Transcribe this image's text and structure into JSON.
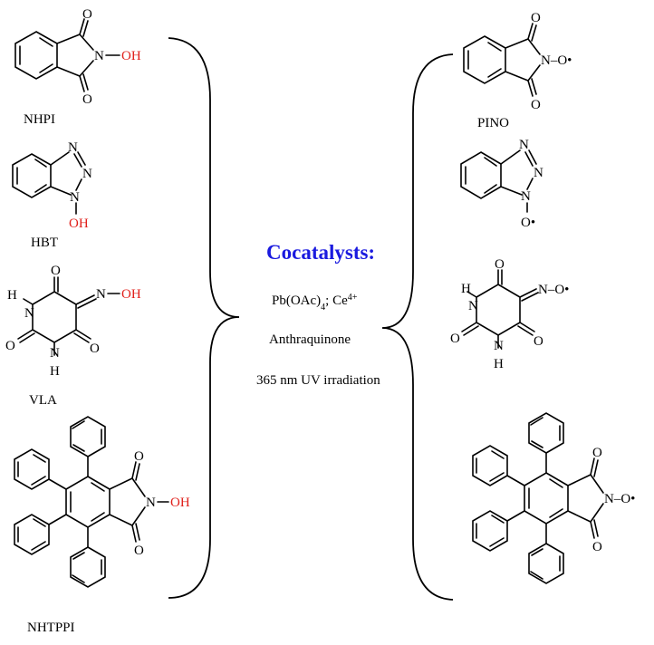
{
  "left_labels": {
    "nhpi": "NHPI",
    "hbt": "HBT",
    "vla": "VLA",
    "nhtppi": "NHTPPI"
  },
  "right_labels": {
    "pino": "PINO"
  },
  "center": {
    "title": "Cocatalysts:",
    "line1_a": "Pb(OAc)",
    "line1_sub": "4",
    "line1_b": "; Ce",
    "line1_sup": "4+",
    "line2": "Anthraquinone",
    "line3": "365 nm UV irradiation"
  },
  "atoms": {
    "o": "O",
    "n": "N",
    "h": "H",
    "oh": "OH",
    "n_oh": "N–OH",
    "dash_oh": "–OH",
    "n_o_rad": "N–O•",
    "o_rad": "O•",
    "eq_n_oh": "=N–OH",
    "eq_n_o_rad": "=N–O•"
  },
  "colors": {
    "hydroxyl": "#e0201b",
    "title": "#1a1adf",
    "ink": "#000000"
  }
}
